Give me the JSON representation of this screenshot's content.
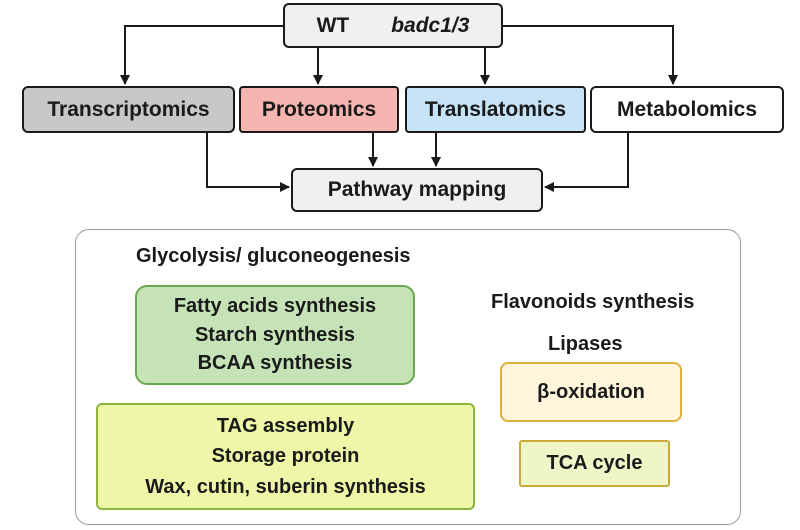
{
  "header": {
    "wt": "WT",
    "mutant": "badc1/3"
  },
  "omics": [
    {
      "label": "Transcriptomics",
      "color": "#c8c8c8"
    },
    {
      "label": "Proteomics",
      "color": "#f6b5b0"
    },
    {
      "label": "Translatomics",
      "color": "#c6e3f7"
    },
    {
      "label": "Metabolomics",
      "color": "#ffffff"
    }
  ],
  "pathway_mapping": "Pathway mapping",
  "results": {
    "glycolysis": "Glycolysis/ gluconeogenesis",
    "green_group": [
      "Fatty acids synthesis",
      "Starch synthesis",
      "BCAA synthesis"
    ],
    "yellow_group": [
      "TAG assembly",
      "Storage protein",
      "Wax, cutin, suberin synthesis"
    ],
    "flavonoids": "Flavonoids synthesis",
    "lipases": "Lipases",
    "beta_oxidation": "β-oxidation",
    "tca": "TCA cycle"
  },
  "colors": {
    "header_fill": "#f0f0f0",
    "pathway_fill": "#f0f0f0",
    "green_fill": "#c5e3b7",
    "green_border": "#6aa84f",
    "yellow_fill": "#eef7a8",
    "yellow_border": "#8cb43c",
    "orange_fill": "#fff6dc",
    "orange_border": "#e0b03a",
    "tca_fill": "#eef5c6",
    "tca_border": "#c9a93c"
  }
}
